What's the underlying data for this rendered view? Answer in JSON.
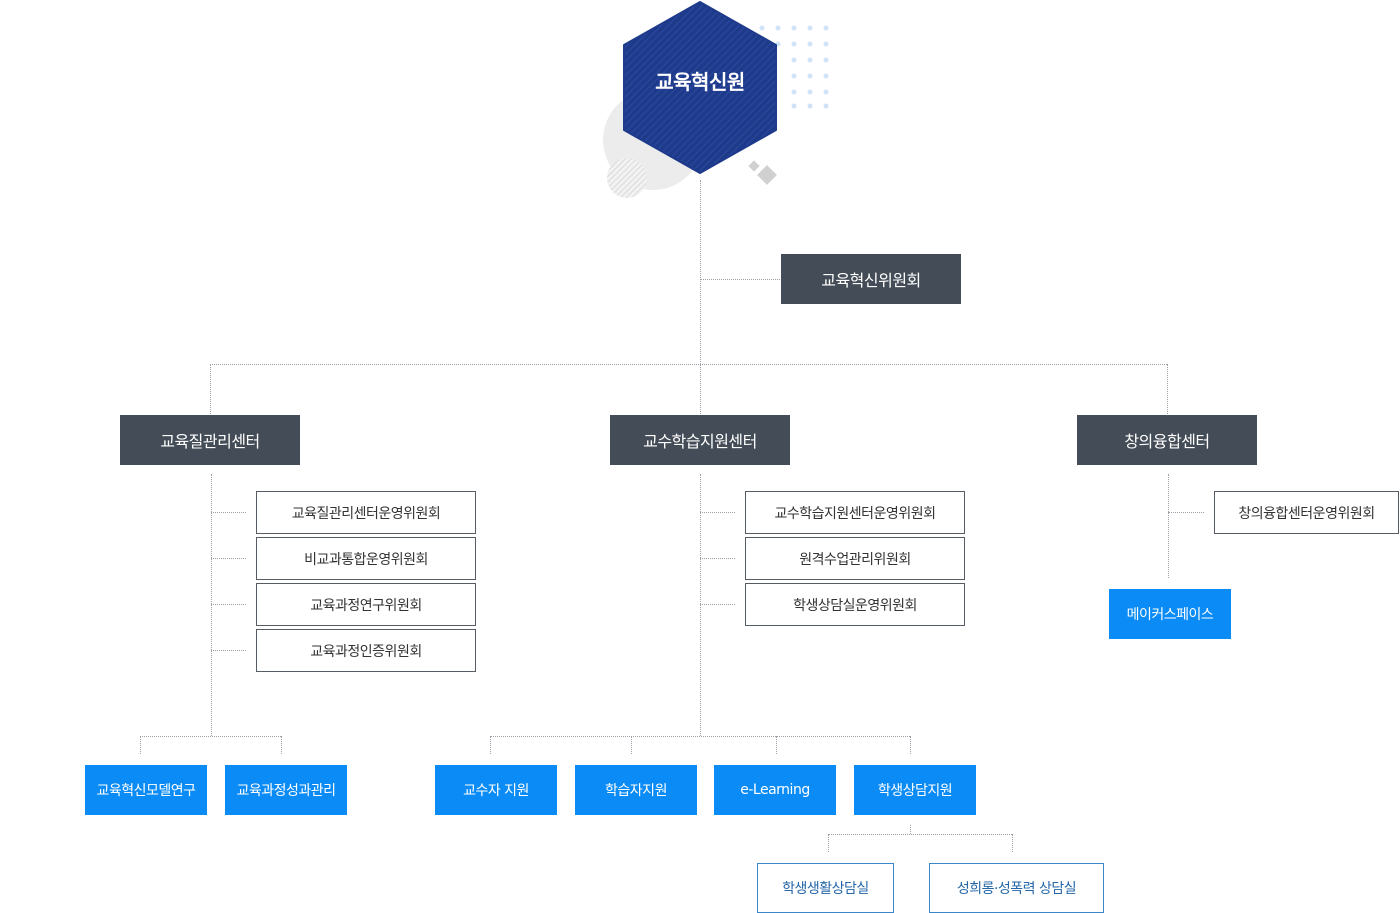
{
  "root": {
    "title": "교육혁신원"
  },
  "committee": {
    "label": "교육혁신위원회"
  },
  "centers": [
    {
      "name": "교육질관리센터",
      "committees": [
        "교육질관리센터운영위원회",
        "비교과통합운영위원회",
        "교육과정연구위원회",
        "교육과정인증위원회"
      ],
      "units": [
        "교육혁신모델연구",
        "교육과정성과관리"
      ]
    },
    {
      "name": "교수학습지원센터",
      "committees": [
        "교수학습지원센터운영위원회",
        "원격수업관리위원회",
        "학생상담실운영위원회"
      ],
      "units": [
        "교수자 지원",
        "학습자지원",
        "e-Learning",
        "학생상담지원"
      ],
      "sub_units": [
        "학생생활상담실",
        "성희롱·성폭력 상담실"
      ]
    },
    {
      "name": "창의융합센터",
      "committees": [
        "창의융합센터운영위원회"
      ],
      "units": [
        "메이커스페이스"
      ]
    }
  ],
  "colors": {
    "hexagon": "#1e3a8a",
    "dark_box": "#444d57",
    "blue_box": "#0b8bf5",
    "outline_blue": "#3b86c8",
    "connector": "#9aa0a6"
  }
}
